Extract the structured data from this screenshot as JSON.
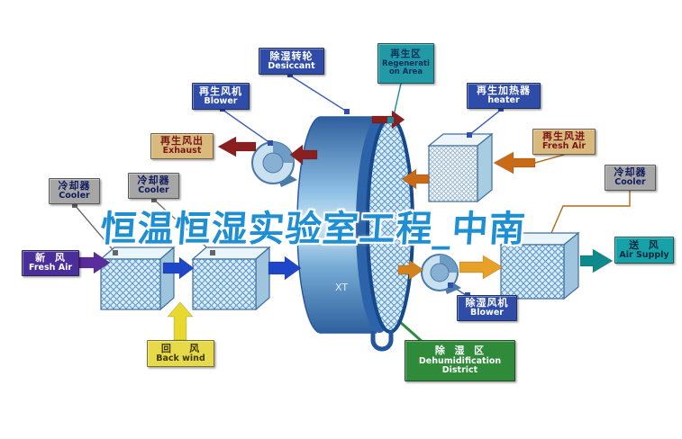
{
  "title": "恒温恒湿实验室工程_中南",
  "watermark_small": "XT",
  "palette": {
    "label_blue": "#2f4da8",
    "label_teal": "#219aa6",
    "label_tan": "#d9b97c",
    "label_gray": "#a6a6a6",
    "label_purple": "#4a2f9a",
    "label_yellow": "#e6d94a",
    "label_green": "#2f8b3a",
    "arrow_dark_red": "#8b1e1e",
    "arrow_orange": "#c86a16",
    "arrow_gold": "#e6a126",
    "arrow_blue": "#1e46c8",
    "arrow_purple": "#5b2d9c",
    "arrow_yellow": "#e8d92e",
    "arrow_teal": "#0f8a8c",
    "wheel_blue": "#2d63a8",
    "watermark_blue": "#1d8fd2"
  },
  "labels": {
    "regen_blower": {
      "zh": "再生风机",
      "en": "Blower"
    },
    "desiccant_wheel": {
      "zh": "除湿转轮",
      "en": "Desiccant"
    },
    "regen_area": {
      "zh": "再生区",
      "en1": "Regenerati",
      "en2": "on Area"
    },
    "regen_heater": {
      "zh": "再生加热器",
      "en": "heater"
    },
    "regen_exhaust": {
      "zh": "再生风出",
      "en": "Exhaust"
    },
    "cooler": {
      "zh": "冷却器",
      "en": "Cooler"
    },
    "regen_fresh_air": {
      "zh": "再生风进",
      "en": "Fresh Air"
    },
    "fresh_air": {
      "zh": "新  风",
      "en": "Fresh Air"
    },
    "air_supply": {
      "zh": "送  风",
      "en": "Air Supply"
    },
    "back_wind": {
      "zh": "回    风",
      "en": "Back wind"
    },
    "dehumid_blower": {
      "zh": "除湿风机",
      "en": "Blower"
    },
    "dehumid_district": {
      "zh": "除  湿  区",
      "en1": "Dehumidification",
      "en2": "District"
    }
  }
}
